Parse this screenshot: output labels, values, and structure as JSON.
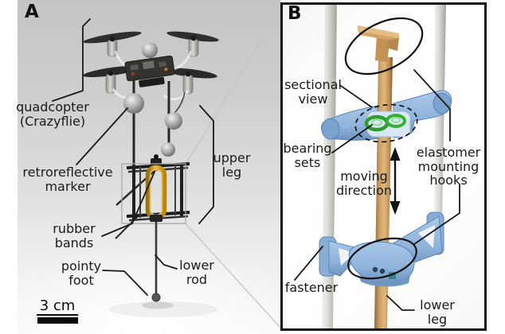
{
  "figure": {
    "panel_a": {
      "letter": "A",
      "labels": {
        "quadcopter": {
          "lines": [
            "quadcopter",
            "(Crazyflie)"
          ]
        },
        "retroreflective_marker": {
          "lines": [
            "retroreflective",
            "marker"
          ]
        },
        "upper_leg": {
          "lines": [
            "upper",
            "leg"
          ]
        },
        "rubber_bands": {
          "lines": [
            "rubber",
            "bands"
          ]
        },
        "pointy_foot": {
          "lines": [
            "pointy",
            "foot"
          ]
        },
        "lower_rod": {
          "lines": [
            "lower",
            "rod"
          ]
        },
        "scale_bar": "3 cm"
      }
    },
    "panel_b": {
      "letter": "B",
      "labels": {
        "sectional_view": {
          "lines": [
            "sectional",
            "view"
          ]
        },
        "bearing_sets": {
          "lines": [
            "bearing",
            "sets"
          ]
        },
        "moving_direction": {
          "lines": [
            "moving",
            "direction"
          ]
        },
        "elastomer_mounting_hooks": {
          "lines": [
            "elastomer",
            "mounting",
            "hooks"
          ]
        },
        "fastener": {
          "lines": [
            "fastener"
          ]
        },
        "lower_leg": {
          "lines": [
            "lower",
            "leg"
          ]
        }
      }
    },
    "colors": {
      "annotation": "#1a1a1a",
      "wood": "#c99c61",
      "printed_part_blue": "#8fb3da",
      "bearing_green": "#2f9e2f",
      "rubber_band_gold": "#d9a92c",
      "photo_background_gray": "#cccccc"
    }
  }
}
